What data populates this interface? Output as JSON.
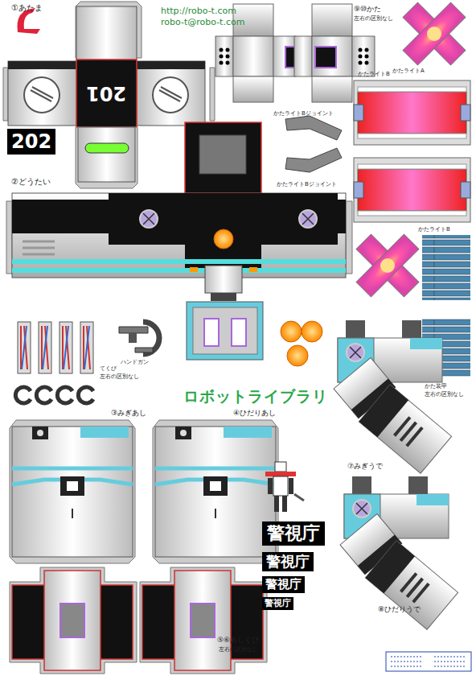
{
  "diagram": {
    "nodes": [
      {
        "text": [
          "201"
        ]
      },
      {
        "text": [
          "202"
        ]
      },
      {
        "text": [
          "警視庁"
        ]
      },
      {
        "text": [
          "警視庁"
        ]
      },
      {
        "text": [
          "警視庁"
        ]
      },
      {
        "text": [
          "警視庁"
        ]
      }
    ],
    "labels": [
      "http://robo-t.com",
      "robo-t@robo-t.com",
      "①あたま",
      "⑨⑩かた",
      "左右の区別なし",
      "かたライトA",
      "かたライトBジョイント",
      "かたライトBジョイント",
      "かたライトB",
      "かたライトB",
      "②どうたい",
      "てくび",
      "左右の区別なし",
      "ハンドガン",
      "ロボットライブラリ",
      "③みぎあし",
      "④ひだりあし",
      "かた装甲",
      "左右の区別なし",
      "⑦みぎうで",
      "⑧ひだりうで",
      "⑤⑥あしくび",
      "左右の区別なし"
    ]
  }
}
